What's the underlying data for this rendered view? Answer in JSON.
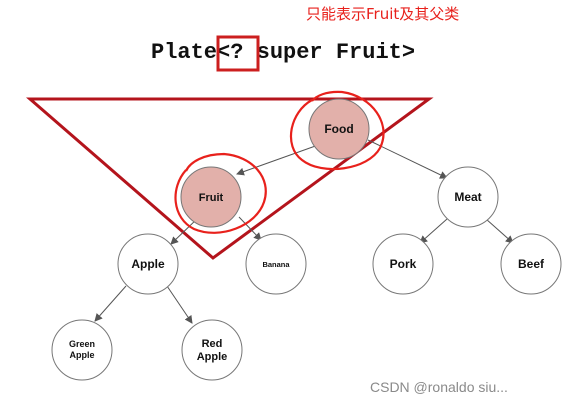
{
  "annotation": "只能表示Fruit及其父类",
  "title": {
    "before": "Plate",
    "highlight": "<?",
    "after": " super Fruit>"
  },
  "nodes": {
    "food": "Food",
    "fruit": "Fruit",
    "meat": "Meat",
    "apple": "Apple",
    "banana": "Banana",
    "pork": "Pork",
    "beef": "Beef",
    "green_apple": [
      "Green",
      "Apple"
    ],
    "red_apple": [
      "Red",
      "Apple"
    ]
  },
  "colors": {
    "highlight_fill": "#e2b0aa",
    "annotation_red": "#e8211c",
    "triangle_red": "#b4141c"
  },
  "watermark": "CSDN @ronaldo siu..."
}
